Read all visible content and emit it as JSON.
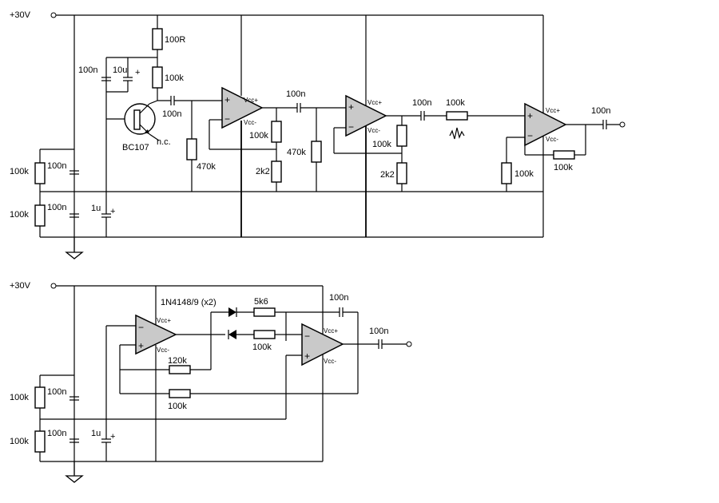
{
  "top": {
    "supply": "+30V",
    "r_100R": "100R",
    "c_100n_base": "100n",
    "c_10u": "10u",
    "r_100k_collector": "100k",
    "c_100n_coupling1": "100n",
    "transistor": "BC107",
    "nc": "n.c.",
    "r_470k_1": "470k",
    "r_100k_div_left": "100k",
    "c_100n_div_left": "100n",
    "r_100k_div_bottom": "100k",
    "c_100n_div_bottom": "100n",
    "c_1u": "1u",
    "opamp1": {
      "vccp": "Vcc+",
      "vccm": "Vcc-"
    },
    "r_100k_fb1": "100k",
    "r_2k2_1": "2k2",
    "c_100n_coupling2": "100n",
    "r_470k_2": "470k",
    "opamp2": {
      "vccp": "Vcc+",
      "vccm": "Vcc-"
    },
    "r_100k_fb2": "100k",
    "r_2k2_2": "2k2",
    "c_100n_coupling3": "100n",
    "r_100k_in3": "100k",
    "opamp3": {
      "vccp": "Vcc+",
      "vccm": "Vcc-"
    },
    "r_100k_bias3": "100k",
    "r_100k_fb3": "100k",
    "c_100n_out": "100n"
  },
  "bottom": {
    "supply": "+30V",
    "diodes": "1N4148/9 (x2)",
    "r_5k6": "5k6",
    "c_100n_fb": "100n",
    "r_100k_diode": "100k",
    "c_100n_out": "100n",
    "r_120k": "120k",
    "r_100k_mid": "100k",
    "r_100k_div_left": "100k",
    "c_100n_div_left": "100n",
    "r_100k_div_bottom": "100k",
    "c_100n_div_bottom": "100n",
    "c_1u": "1u",
    "opampA": {
      "vccp": "Vcc+",
      "vccm": "Vcc-"
    },
    "opampB": {
      "vccp": "Vcc+",
      "vccm": "Vcc-"
    }
  },
  "symbols": {
    "ground": "ground-icon",
    "terminal": "terminal-icon",
    "transistor": "npn-transistor-icon",
    "diode": "diode-icon",
    "noise": "noise-resistor-icon"
  }
}
